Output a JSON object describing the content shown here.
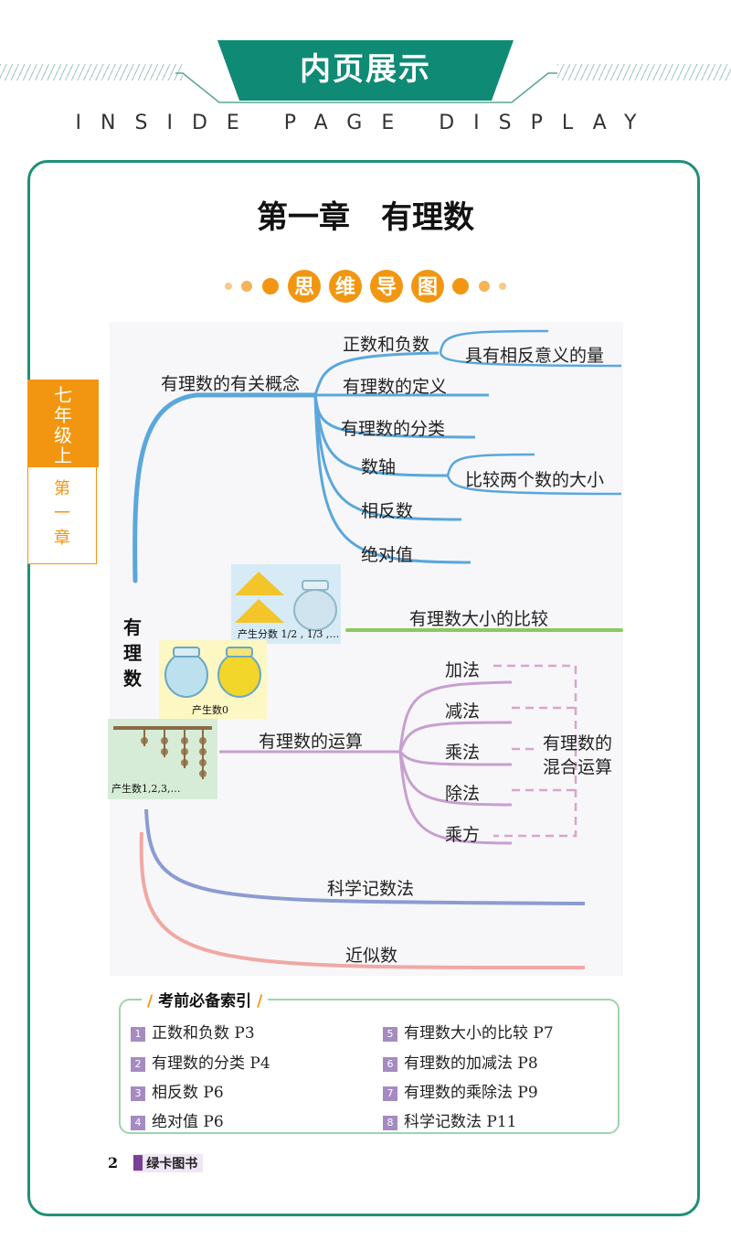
{
  "header": {
    "title": "内页展示",
    "subtitle": "INSIDE PAGE DISPLAY",
    "accent_color": "#0f8a74"
  },
  "chapter": {
    "title": "第一章　有理数",
    "section": [
      "思",
      "维",
      "导",
      "图"
    ]
  },
  "side_tab": {
    "grade": [
      "七",
      "年",
      "级",
      "上"
    ],
    "chapter": [
      "第",
      "一",
      "章"
    ],
    "color": "#f29611"
  },
  "mindmap": {
    "root": "有理数",
    "branch_concepts": "有理数的有关概念",
    "concepts": [
      "正数和负数",
      "有理数的定义",
      "有理数的分类",
      "数轴",
      "相反数",
      "绝对值"
    ],
    "concept_sub_1": "具有相反意义的量",
    "concept_sub_2": "比较两个数的大小",
    "branch_compare": "有理数大小的比较",
    "branch_ops": "有理数的运算",
    "ops": [
      "加法",
      "减法",
      "乘法",
      "除法",
      "乘方"
    ],
    "ops_mixed_1": "有理数的",
    "ops_mixed_2": "混合运算",
    "branch_sci": "科学记数法",
    "branch_approx": "近似数",
    "pic_fraction_caption": "产生分数",
    "pic_fraction_values": "1/2 , 1/3 ,…",
    "pic_zero_caption": "产生数0",
    "pic_natural_caption": "产生数1,2,3,…"
  },
  "index": {
    "title": "考前必备索引",
    "items": [
      {
        "num": "1",
        "text": "正数和负数 P3"
      },
      {
        "num": "2",
        "text": "有理数的分类 P4"
      },
      {
        "num": "3",
        "text": "相反数 P6"
      },
      {
        "num": "4",
        "text": "绝对值 P6"
      },
      {
        "num": "5",
        "text": "有理数大小的比较 P7"
      },
      {
        "num": "6",
        "text": "有理数的加减法 P8"
      },
      {
        "num": "7",
        "text": "有理数的乘除法 P9"
      },
      {
        "num": "8",
        "text": "科学记数法 P11"
      }
    ]
  },
  "footer": {
    "page_number": "2",
    "brand": "绿卡图书"
  }
}
